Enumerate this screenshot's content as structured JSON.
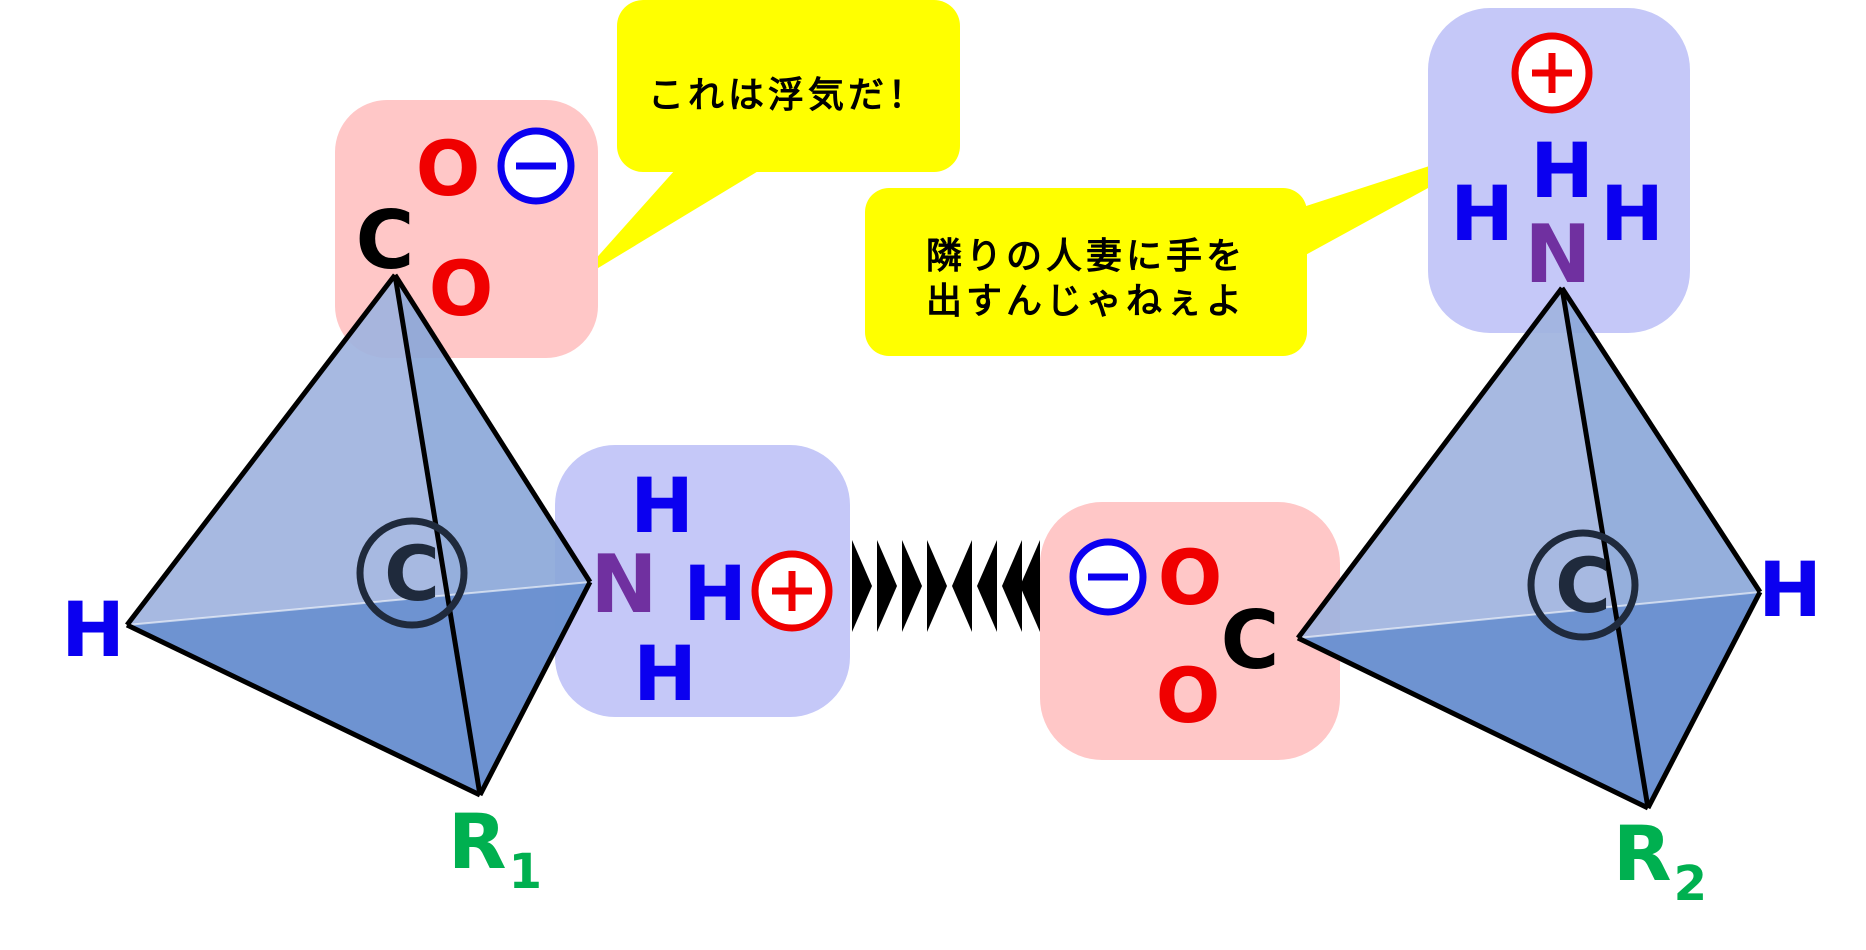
{
  "colors": {
    "oxygen": "#f00000",
    "hydrogen": "#0b00f0",
    "nitrogen": "#7030a0",
    "carbon": "#000000",
    "r_group": "#00b050",
    "center_carbon": "#1f2a3c",
    "carboxylate_box": "#ffc7c7",
    "ammonium_box": "#c5c8f8",
    "bubble": "#ffff00",
    "tetra_light": "#9fb3de",
    "tetra_dark": "#6a90d0"
  },
  "left_molecule": {
    "carboxyl": {
      "c": "C",
      "o_top": "O",
      "o_bottom": "O",
      "charge": "−"
    },
    "center": "C",
    "h": "H",
    "r_base": "R",
    "r_sub": "1",
    "ammonium": {
      "n": "N",
      "h_top": "H",
      "h_mid": "H",
      "h_bottom": "H",
      "charge": "+"
    }
  },
  "right_molecule": {
    "carboxyl": {
      "c": "C",
      "o_top": "O",
      "o_bottom": "O",
      "charge": "−"
    },
    "center": "C",
    "h": "H",
    "r_base": "R",
    "r_sub": "2",
    "ammonium": {
      "n": "N",
      "h_top": "H",
      "h_left": "H",
      "h_right": "H",
      "charge": "+"
    }
  },
  "bubbles": {
    "left": {
      "line1": "これは浮気だ！"
    },
    "right": {
      "line1": "隣りの人妻に手を",
      "line2": "出すんじゃねぇよ"
    }
  }
}
